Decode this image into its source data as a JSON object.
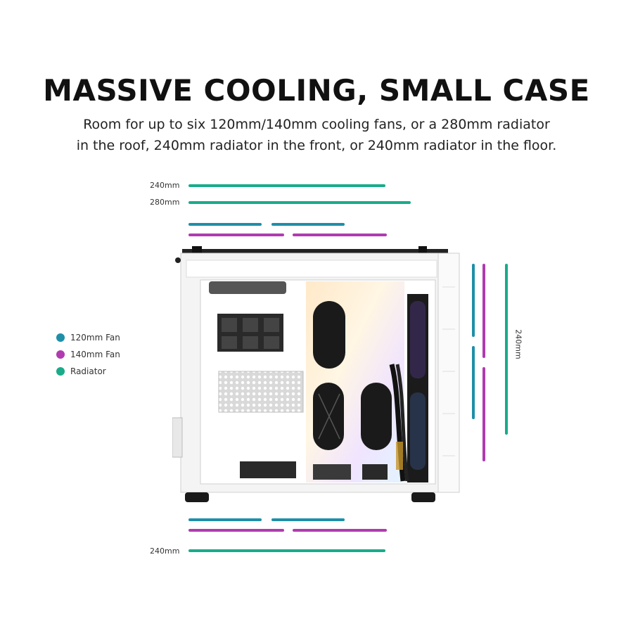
{
  "heading": {
    "title": "MASSIVE COOLING, SMALL CASE",
    "line1": "Room for up to six 120mm/140mm cooling fans, or a 280mm radiator",
    "line2": "in the roof, 240mm radiator in the front, or 240mm radiator in the floor."
  },
  "top_labels": {
    "a": "240mm",
    "b": "280mm"
  },
  "bottom_labels": {
    "a": "240mm"
  },
  "front_label": "240mm",
  "legend": [
    {
      "label": "120mm Fan",
      "color": "#1f8fa8"
    },
    {
      "label": "140mm Fan",
      "color": "#b03bb0"
    },
    {
      "label": "Radiator",
      "color": "#1aab8a"
    }
  ],
  "colors": {
    "fan120": "#1f8fa8",
    "fan140": "#b03bb0",
    "radiator": "#1aab8a"
  },
  "icons": {
    "case": "pc-case-illustration"
  }
}
